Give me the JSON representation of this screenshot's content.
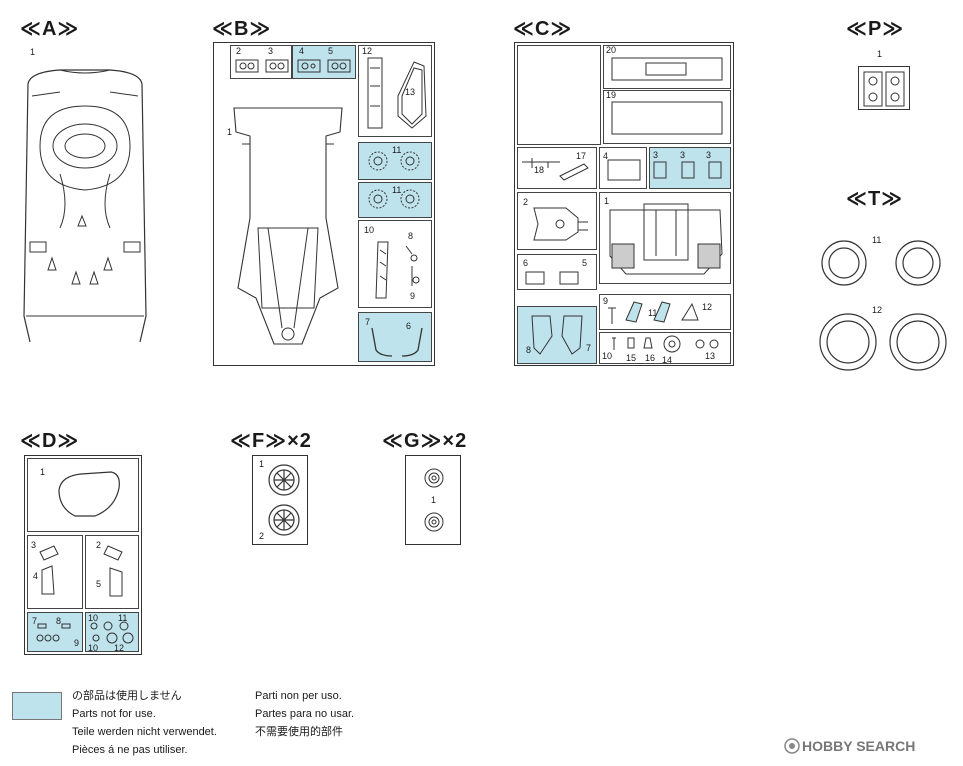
{
  "headers": {
    "A": "≪A≫",
    "B": "≪B≫",
    "C": "≪C≫",
    "P": "≪P≫",
    "T": "≪T≫",
    "D": "≪D≫",
    "F": "≪F≫×2",
    "G": "≪G≫×2"
  },
  "labels": {
    "a1": "1",
    "b2": "2",
    "b3": "3",
    "b4": "4",
    "b5": "5",
    "b12": "12",
    "b13": "13",
    "b1": "1",
    "b11a": "11",
    "b11b": "11",
    "b10": "10",
    "b8": "8",
    "b9": "9",
    "b7": "7",
    "b6": "6",
    "c20": "20",
    "c19": "19",
    "c17": "17",
    "c18": "18",
    "c4": "4",
    "c3a": "3",
    "c3b": "3",
    "c3c": "3",
    "c2": "2",
    "c1": "1",
    "c6": "6",
    "c5": "5",
    "c9": "9",
    "c11": "11",
    "c12": "12",
    "c8": "8",
    "c7": "7",
    "c10": "10",
    "c15": "15",
    "c16": "16",
    "c14": "14",
    "c13": "13",
    "p1": "1",
    "t11": "11",
    "t12": "12",
    "d1": "1",
    "d3": "3",
    "d2": "2",
    "d4": "4",
    "d5": "5",
    "d7": "7",
    "d8": "8",
    "d9": "9",
    "d10a": "10",
    "d11": "11",
    "d10b": "10",
    "d12": "12",
    "f1": "1",
    "f2": "2",
    "g1": "1"
  },
  "legend": {
    "color": "#bfe3ec",
    "jp": "の部品は使用しません",
    "en": "Parts not for use.",
    "de": "Teile werden nicht verwendet.",
    "fr": "Pièces á ne pas utiliser.",
    "it": "Parti non per uso.",
    "es": "Partes para no usar.",
    "zh": "不需要使用的部件"
  },
  "watermark": "HOBBY SEARCH"
}
